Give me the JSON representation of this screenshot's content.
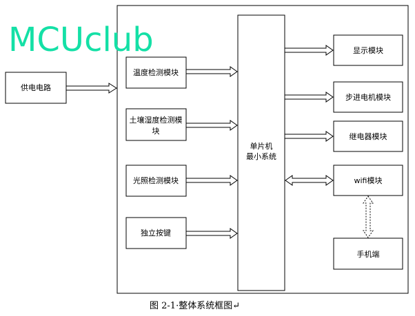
{
  "watermark": "MCUclub",
  "caption": "图 2-1·整体系统框图↵",
  "blocks": {
    "power": "供电电路",
    "temp": "温度检测模块",
    "soil_line1": "土壤湿度检测模",
    "soil_line2": "块",
    "light": "光照检测模块",
    "key": "独立按键",
    "mcu_line1": "单片机",
    "mcu_line2": "最小系统",
    "display": "显示模块",
    "stepper": "步进电机模块",
    "relay": "继电器模块",
    "wifi": "wifi模块",
    "phone": "手机端"
  }
}
